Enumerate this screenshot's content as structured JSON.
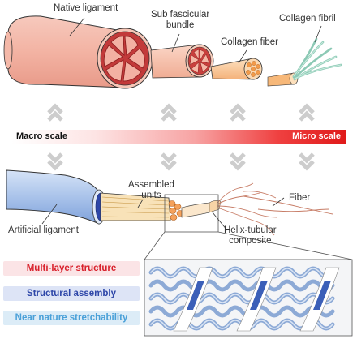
{
  "labels": {
    "native_ligament": "Native ligament",
    "sub_fascicular_bundle": "Sub fascicular\nbundle",
    "collagen_fiber": "Collagen fiber",
    "collagen_fibril": "Collagen fibril",
    "artificial_ligament": "Artificial ligament",
    "assembled_units": "Assembled\nunits",
    "fiber": "Fiber",
    "helix_tubular_composite": "Helix-tubular\ncomposite"
  },
  "scale_bar": {
    "left": "Macro scale",
    "right": "Micro scale",
    "colors": [
      "#ffffff",
      "#e01a1a"
    ]
  },
  "features": [
    {
      "text": "Multi-layer structure",
      "color": "#d8202b",
      "bg": "#fbe4e6"
    },
    {
      "text": "Structural assembly",
      "color": "#2d46a8",
      "bg": "#dde4f6"
    },
    {
      "text": "Near nature stretchability",
      "color": "#4aa0d8",
      "bg": "#dcecf7"
    }
  ],
  "icons": {
    "up_arrows": "double-chevron-up-icon",
    "down_arrows": "double-chevron-down-icon"
  },
  "colors": {
    "tissue_pink": "#f4b8a8",
    "fascicle_red": "#d9534f",
    "collagen_orange": "#f6a65a",
    "fibril_green": "#a6d9c9",
    "artificial_blue": "#9ab8e4",
    "chevron_gray": "#cfcfcf"
  }
}
